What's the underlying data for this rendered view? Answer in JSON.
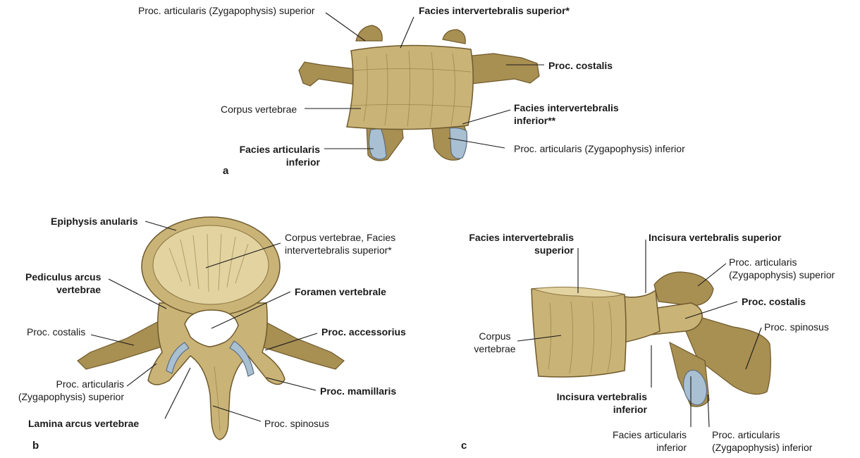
{
  "panels": {
    "a": {
      "letter": "a",
      "labels": {
        "proc_art_sup": "Proc. articularis (Zygapophysis) superior",
        "facies_interv_sup": "Facies intervertebralis superior*",
        "proc_costalis": "Proc. costalis",
        "corpus": "Corpus vertebrae",
        "facies_interv_inf_1": "Facies intervertebralis",
        "facies_interv_inf_2": "inferior**",
        "facies_art_inf_1": "Facies articularis",
        "facies_art_inf_2": "inferior",
        "proc_art_inf": "Proc. articularis (Zygapophysis) inferior"
      }
    },
    "b": {
      "letter": "b",
      "labels": {
        "epiphysis": "Epiphysis anularis",
        "corpus_facies_1": "Corpus vertebrae, Facies",
        "corpus_facies_2": "intervertebralis superior*",
        "pediculus_1": "Pediculus arcus",
        "pediculus_2": "vertebrae",
        "foramen": "Foramen vertebrale",
        "proc_costalis": "Proc. costalis",
        "proc_accessorius": "Proc. accessorius",
        "proc_art_sup_1": "Proc. articularis",
        "proc_art_sup_2": "(Zygapophysis) superior",
        "proc_mamillaris": "Proc. mamillaris",
        "lamina": "Lamina arcus vertebrae",
        "proc_spinosus": "Proc. spinosus"
      }
    },
    "c": {
      "letter": "c",
      "labels": {
        "facies_interv_sup_1": "Facies intervertebralis",
        "facies_interv_sup_2": "superior",
        "incisura_sup": "Incisura vertebralis superior",
        "proc_art_sup_1": "Proc. articularis",
        "proc_art_sup_2": "(Zygapophysis) superior",
        "proc_costalis": "Proc. costalis",
        "proc_spinosus": "Proc. spinosus",
        "corpus_1": "Corpus",
        "corpus_2": "vertebrae",
        "incisura_inf_1": "Incisura vertebralis",
        "incisura_inf_2": "inferior",
        "facies_art_inf_1": "Facies articularis",
        "facies_art_inf_2": "inferior",
        "proc_art_inf_1": "Proc. articularis",
        "proc_art_inf_2": "(Zygapophysis) inferior"
      }
    }
  },
  "colors": {
    "bone": "#c9b377",
    "bone_dark": "#a88f52",
    "bone_light": "#e2d3a0",
    "cartilage": "#a9bfd2",
    "text": "#1a1a1a"
  }
}
